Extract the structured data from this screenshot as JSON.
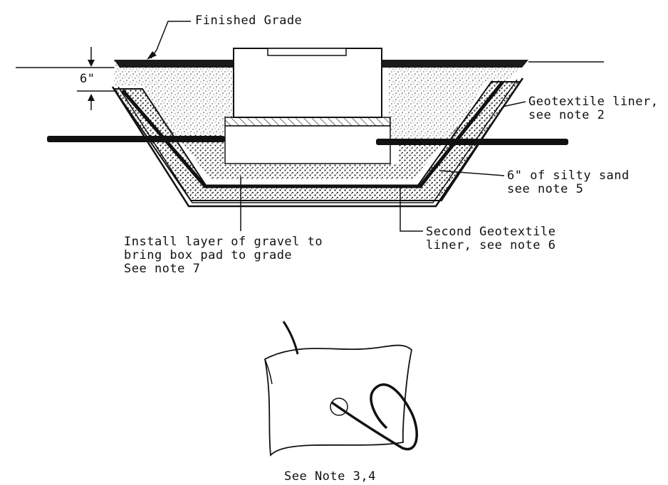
{
  "labels": {
    "finished_grade": "Finished Grade",
    "six_inch": "6\"",
    "geotextile_line1": "Geotextile liner,",
    "geotextile_line2": "see note 2",
    "silty_line1": "6\" of silty sand",
    "silty_line2": "see note 5",
    "second_geo_line1": "Second Geotextile",
    "second_geo_line2": "liner, see note 6",
    "gravel_line1": "Install layer of gravel to",
    "gravel_line2": "bring box pad to grade",
    "gravel_line3": "See note 7",
    "see_note_34": "See Note 3,4"
  }
}
